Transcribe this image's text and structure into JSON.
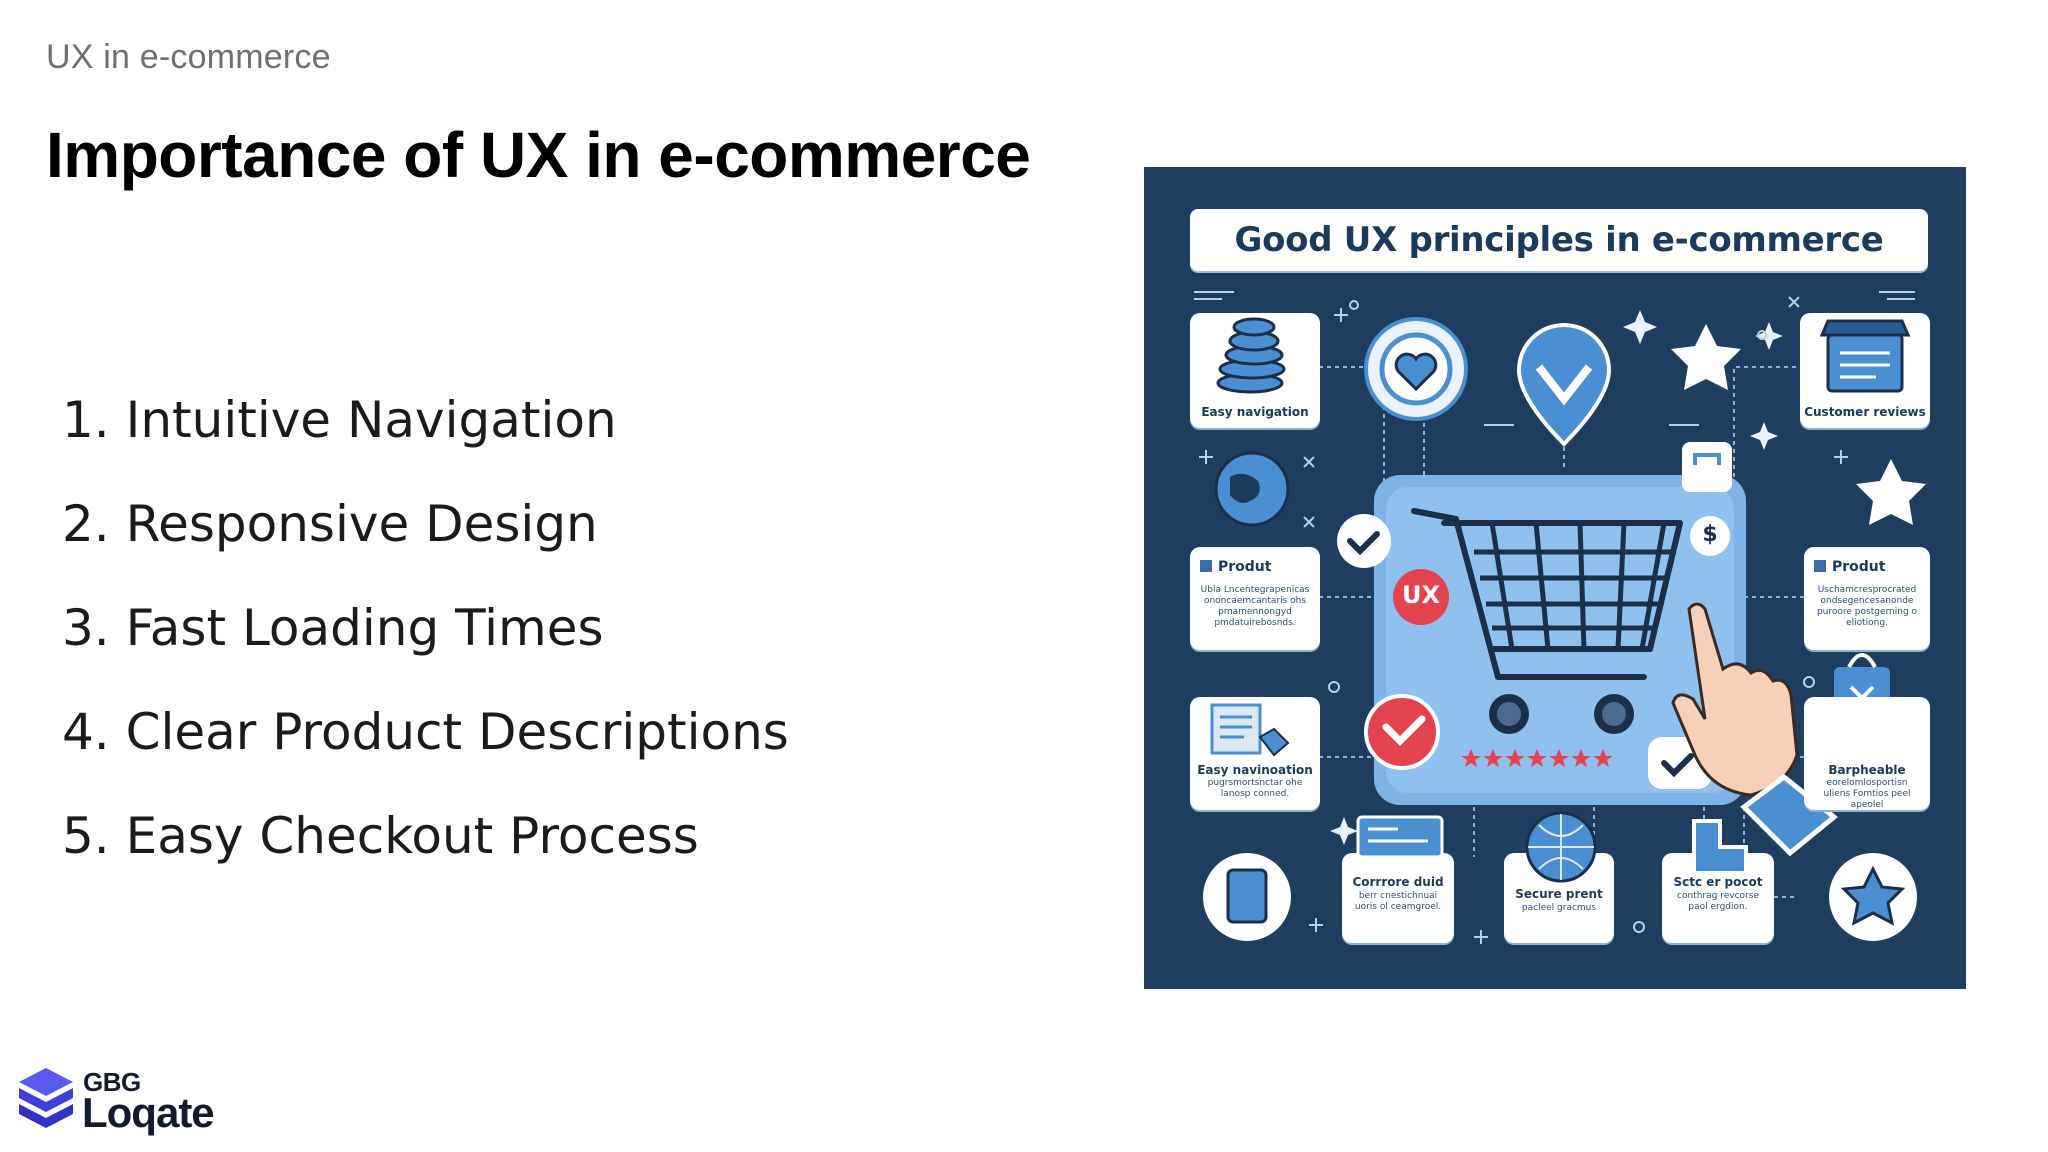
{
  "slide": {
    "kicker": "UX in e-commerce",
    "title": "Importance of UX in e-commerce",
    "points": [
      "1. Intuitive Navigation",
      "2. Responsive Design",
      "3. Fast Loading Times",
      "4. Clear Product Descriptions",
      "5. Easy Checkout Process"
    ]
  },
  "infographic": {
    "heading": "Good UX principles in e-commerce",
    "cards": {
      "top_left_label": "Easy navigation",
      "top_right_label": "Customer reviews",
      "mid_left_title": "Produt",
      "mid_left_text": "Ubla Lncentegrapenicas ononcaemcantaris ohs pmamennongyd pmdatuirebosnds.",
      "mid_right_title": "Produt",
      "mid_right_text": "Uschamcresprocrated ondsegencesanonde puroore postgerning o eliotiong.",
      "lower_left_label": "Easy navinoation",
      "lower_left_text": "pugrsmortsnctar ohe lanosp conned.",
      "lower_right_label": "Barpheable",
      "lower_right_text": "eorelomlosportisn uliens Fomtios peel apeolel",
      "bottom_1_label": "Corrrore duid",
      "bottom_1_text": "berr cnestichnuai uoris ol ceamgroel.",
      "bottom_2_label": "Secure prent",
      "bottom_2_text": "pacleel gracmus",
      "bottom_3_label": "Sctc er pocot",
      "bottom_3_text": "conthrag revcorse paol ergdion.",
      "center_badge": "UX",
      "price_badge": "$"
    },
    "rating": "★★★★★★★"
  },
  "brand": {
    "parent": "GBG",
    "name": "Loqate"
  },
  "colors": {
    "panel_bg": "#1f3d5e",
    "accent_blue": "#4a8fd1",
    "badge_red": "#e3434f",
    "logo_blue": "#4040d8"
  }
}
